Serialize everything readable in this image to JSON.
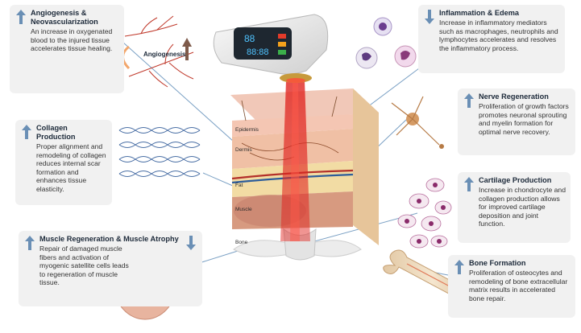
{
  "cards": [
    {
      "id": "angiogenesis",
      "title": "Angiogenesis & Neovascularization",
      "body": "An increase in oxygenated blood to the injured tissue accelerates tissue healing.",
      "direction": "up"
    },
    {
      "id": "inflammation",
      "title": "Inflammation & Edema",
      "body": "Increase in inflammatory mediators such as macrophages, neutrophils and lymphocytes accelerates and resolves the inflammatory process.",
      "direction": "down"
    },
    {
      "id": "nerve",
      "title": "Nerve Regeneration",
      "body": "Proliferation of growth factors promotes neuronal sprouting and myelin formation for optimal nerve recovery.",
      "direction": "up"
    },
    {
      "id": "collagen",
      "title": "Collagen Production",
      "body": "Proper alignment and remodeling of collagen reduces internal scar formation and enhances tissue elasticity.",
      "direction": "up"
    },
    {
      "id": "cartilage",
      "title": "Cartilage Production",
      "body": "Increase in chondrocyte and collagen production allows for improved cartilage deposition and joint function.",
      "direction": "up"
    },
    {
      "id": "muscle",
      "title": "Muscle Regeneration & Muscle Atrophy",
      "body": "Repair of damaged muscle fibers and activation of myogenic satellite cells leads to regeneration of muscle tissue.",
      "direction": "both"
    },
    {
      "id": "bone",
      "title": "Bone Formation",
      "body": "Proliferation of osteocytes and remodeling of bone extracellular matrix results in accelerated bone repair.",
      "direction": "up"
    }
  ],
  "labels": {
    "angiogenesis": "Angiogenesis",
    "epidermis": "Epidermis",
    "dermis": "Dermis",
    "fat": "Fat",
    "muscle": "Muscle",
    "bone": "Bone"
  },
  "device": {
    "display_left": "88",
    "display_right": "88:88"
  },
  "colors": {
    "arrow": "#6a8fb5",
    "card_bg": "#f1f1f1",
    "laser": "#d8201e",
    "vessel_red": "#b3302a",
    "vessel_blue": "#2d5d9a"
  }
}
